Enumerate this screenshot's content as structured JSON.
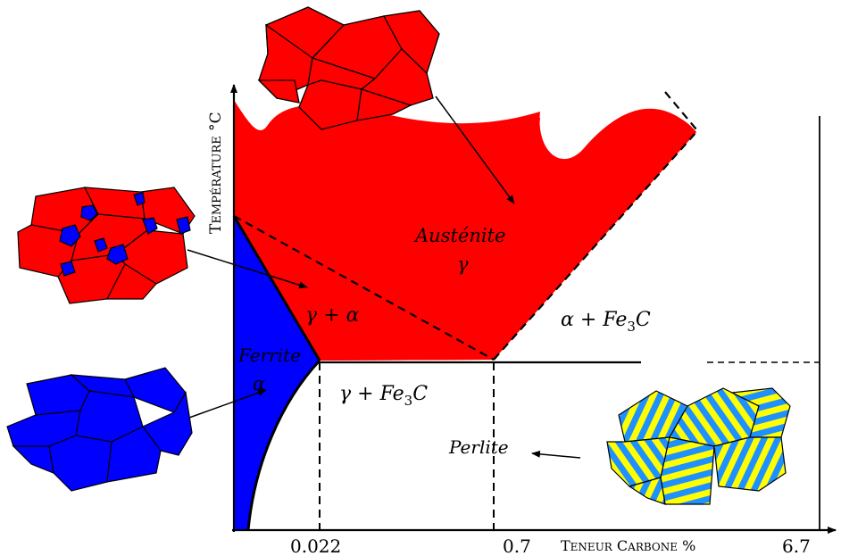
{
  "axes": {
    "y_label_first": "T",
    "y_label_rest": "EMPÉRATURE",
    "y_label_unit": " °C",
    "x_label_first_1": "T",
    "x_label_rest_1": "ENEUR",
    "x_label_first_2": " C",
    "x_label_rest_2": "ARBONE",
    "x_label_unit": " %",
    "x_ticks": [
      "0.022",
      "0.7",
      "6.7"
    ]
  },
  "regions": {
    "austenite_name": "Austénite",
    "austenite_symbol": "γ",
    "ferrite_name": "Ferrite",
    "ferrite_symbol": "α",
    "gamma_alpha": "γ + α",
    "alpha_fe3c": "α + Fe",
    "gamma_fe3c": "γ + Fe",
    "fe3c_sub": "3",
    "fe3c_tail": "C",
    "perlite": "Perlite"
  },
  "colors": {
    "austenite": "#ff0000",
    "ferrite": "#0000ff",
    "perlite_yellow": "#ffff00",
    "perlite_blue": "#1e90ff",
    "line": "#000000"
  }
}
